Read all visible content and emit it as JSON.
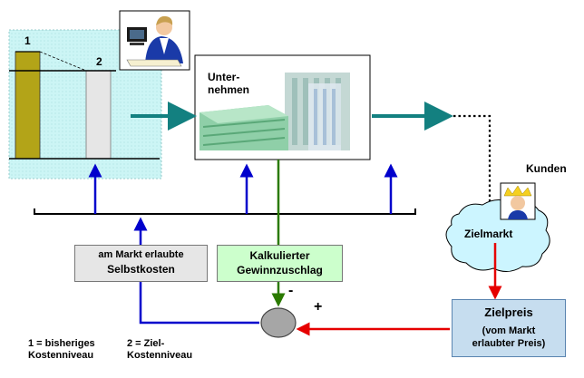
{
  "bars": {
    "bar1_label": "1",
    "bar2_label": "2"
  },
  "company": {
    "label_line1": "Unter-",
    "label_line2": "nehmen"
  },
  "customers": {
    "kunden_label": "Kunden",
    "zielmarkt_label": "Zielmarkt"
  },
  "boxes": {
    "selbstkosten_line1": "am Markt erlaubte",
    "selbstkosten_line2": "Selbstkosten",
    "gewinn_line1": "Kalkulierter",
    "gewinn_line2": "Gewinnzuschlag",
    "zielpreis_title": "Zielpreis",
    "zielpreis_line1": "(vom Markt",
    "zielpreis_line2": "erlaubter Preis)"
  },
  "signs": {
    "minus": "-",
    "plus": "+"
  },
  "legend": {
    "item1_line1": "1 = bisheriges",
    "item1_line2": "Kostenniveau",
    "item2_line1": "2 = Ziel-",
    "item2_line2": "Kostenniveau"
  },
  "colors": {
    "panel_bg": "#ccf5f5",
    "bar1": "#b3a418",
    "bar2": "#e6e6e6",
    "teal_arrow": "#138080",
    "blue_arrow": "#0000cc",
    "green_arrow": "#2a7a00",
    "red_arrow": "#e60000",
    "selbstkosten_bg": "#e6e6e6",
    "gewinn_bg": "#ccffcc",
    "zielpreis_bg": "#c6ddef"
  },
  "icons": {
    "businessman": "businessman-at-computer-icon",
    "building": "office-building-icon",
    "customer": "customer-face-icon"
  }
}
